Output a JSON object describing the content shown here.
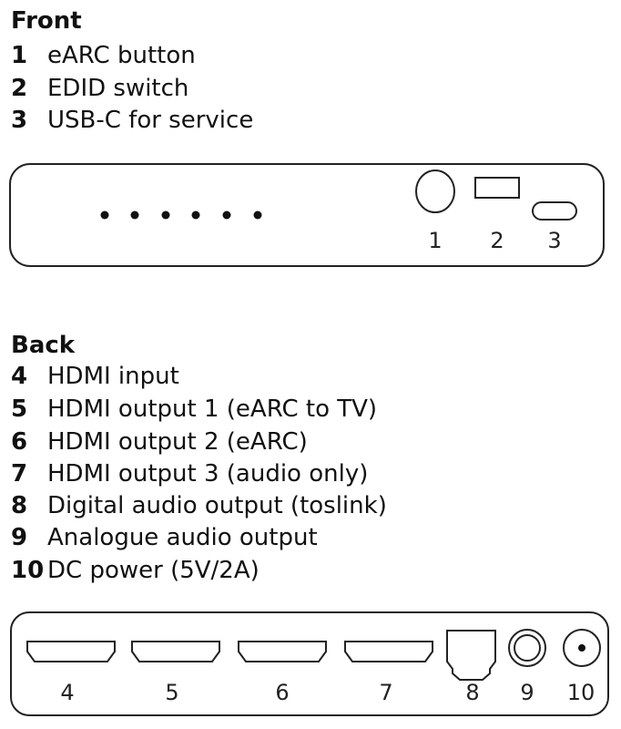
{
  "front": {
    "title": "Front",
    "items": [
      {
        "num": "1",
        "label": "eARC button"
      },
      {
        "num": "2",
        "label": "EDID switch"
      },
      {
        "num": "3",
        "label": "USB-C for service"
      }
    ],
    "port_labels": [
      "1",
      "2",
      "3"
    ]
  },
  "back": {
    "title": "Back",
    "items": [
      {
        "num": "4",
        "label": "HDMI input"
      },
      {
        "num": "5",
        "label": "HDMI output 1 (eARC to TV)"
      },
      {
        "num": "6",
        "label": "HDMI output 2 (eARC)"
      },
      {
        "num": "7",
        "label": "HDMI output 3 (audio only)"
      },
      {
        "num": "8",
        "label": "Digital audio output (toslink)"
      },
      {
        "num": "9",
        "label": "Analogue audio output"
      },
      {
        "num": "10",
        "label": "DC power (5V/2A)"
      }
    ],
    "port_labels": [
      "4",
      "5",
      "6",
      "7",
      "8",
      "9",
      "10"
    ]
  }
}
